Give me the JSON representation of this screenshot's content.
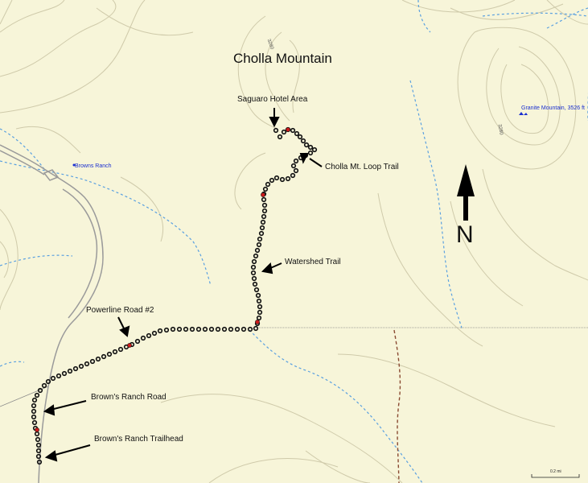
{
  "map": {
    "mountain_name": "Cholla Mountain",
    "labels": {
      "saguaro": "Saguaro Hotel Area",
      "loop": "Cholla Mt. Loop Trail",
      "watershed": "Watershed Trail",
      "powerline": "Powerline Road #2",
      "browns_road": "Brown's Ranch Road",
      "trailhead": "Brown's Ranch Trailhead"
    },
    "features": {
      "browns_ranch": "Browns Ranch",
      "granite_mountain": "Granite Mountain, 3526 ft"
    },
    "contours": {
      "cholla": "3280",
      "granite": "3280"
    },
    "north": "N",
    "scale": "0.2 mi",
    "colors": {
      "background": "#f7f5d9",
      "contour": "#cfcaaa",
      "stream": "#5aa0e0",
      "road": "#9a9a9a",
      "trail_dot": "#111111",
      "waypoint": "#cc1a1a",
      "place_label": "#1a2fd0"
    }
  }
}
